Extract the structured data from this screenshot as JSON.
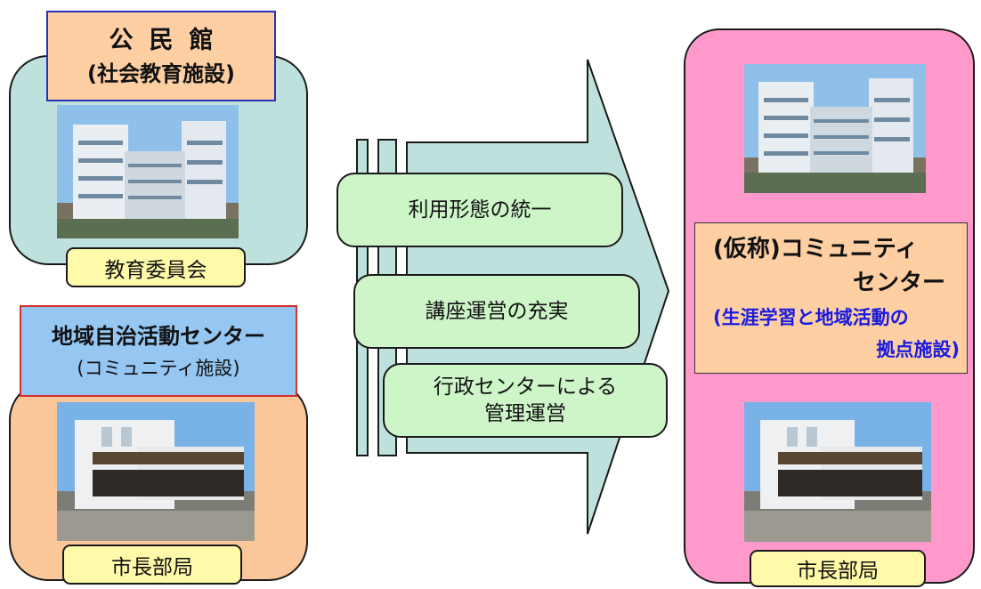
{
  "left_top": {
    "title": "公民館",
    "subtitle": "(社会教育施設)",
    "authority": "教育委員会",
    "photo_icon": "building-photo"
  },
  "left_bottom": {
    "title": "地域自治活動センター",
    "subtitle": "(コミュニティ施設)",
    "authority": "市長部局",
    "photo_icon": "building-photo"
  },
  "measures": [
    "利用形態の統一",
    "講座運営の充実",
    "行政センターによる\n管理運営"
  ],
  "right": {
    "name_line1": "(仮称)コミュニティ",
    "name_line2": "センター",
    "desc_line1": "(生涯学習と地域活動の",
    "desc_line2": "拠点施設)",
    "authority": "市長部局"
  },
  "colors": {
    "teal_panel": "#bfe1de",
    "orange_panel": "#fbc79a",
    "pink_panel": "#ff99cc",
    "arrow": "#bfe1de",
    "pill": "#cdf5c8",
    "label": "#fffaa9",
    "accent_blue": "#1a1ae0"
  }
}
